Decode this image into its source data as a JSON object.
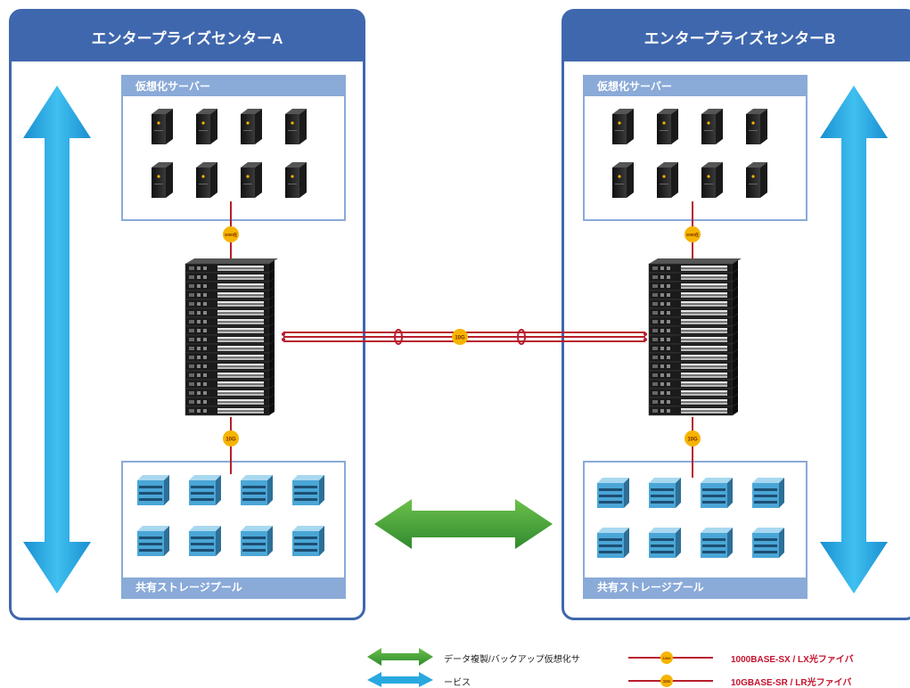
{
  "site_a": {
    "title": "エンタープライズセンターA",
    "servers_label": "仮想化サーバー",
    "storage_label": "共有ストレージプール",
    "uplink_badge": "1000在",
    "storage_badge": "10G"
  },
  "site_b": {
    "title": "エンタープライズセンターB",
    "servers_label": "仮想化サーバー",
    "storage_label": "共有ストレージプール",
    "uplink_badge": "1000在",
    "storage_badge": "10G"
  },
  "interlink_badge": "10G",
  "legend": {
    "replication_text_1": "データ複製/バックアップ仮想化サ",
    "replication_text_2": "ービス",
    "fiber_1g_badge": "1000",
    "fiber_1g_label": "1000BASE-SX / LX光ファイバ",
    "fiber_10g_badge": "10G",
    "fiber_10g_label": "10GBASE-SR / LR光ファイバ"
  },
  "colors": {
    "panel_blue": "#3f67ad",
    "group_blue": "#8aaad8",
    "cyan_arrow": "#29a8e0",
    "green_arrow": "#3fa33a",
    "fiber_red": "#b81d2e",
    "badge_yellow": "#f6b400"
  }
}
